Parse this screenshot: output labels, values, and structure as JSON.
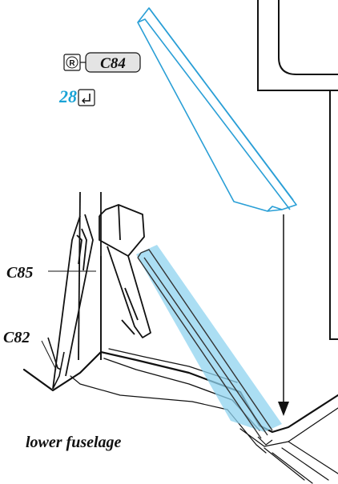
{
  "instruction": {
    "part_code": "C84",
    "right_symbol": "R",
    "step_number": "28"
  },
  "labels": {
    "c85": "C85",
    "c82": "C82",
    "base": "lower fuselage"
  },
  "colors": {
    "accent_blue": "#1aa3d6",
    "highlight_fill": "#8fd3ef",
    "line": "#111111",
    "part_outline": "#2a9fd6"
  }
}
